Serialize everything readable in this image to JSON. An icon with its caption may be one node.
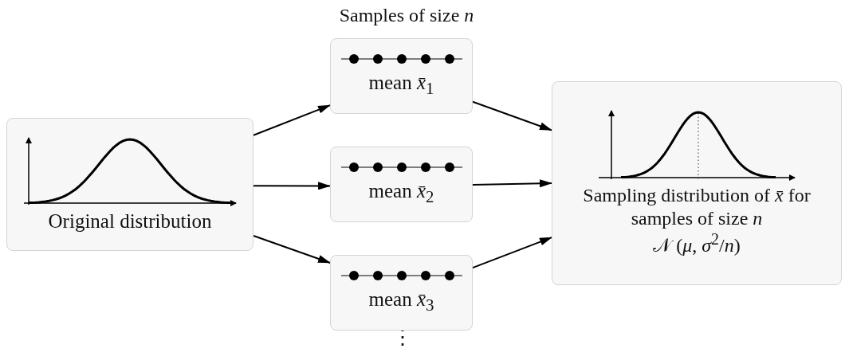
{
  "diagram": {
    "nodes": [
      {
        "text": [
          "Original distribution"
        ]
      },
      {
        "text": [
          "mean *x̄*$_{1}$"
        ]
      },
      {
        "text": [
          "mean *x̄*$_{2}$"
        ]
      },
      {
        "text": [
          "mean *x̄*$_{3}$"
        ]
      },
      {
        "text": [
          "Sampling distribution of *x̄* for samples of size *n*",
          "𝒩 (*μ*, *σ*$^{2}$/*n*)"
        ]
      }
    ],
    "edges": [
      {
        "from": 0,
        "to": 1,
        "arrow": "to"
      },
      {
        "from": 0,
        "to": 2,
        "arrow": "to"
      },
      {
        "from": 0,
        "to": 3,
        "arrow": "to"
      },
      {
        "from": 1,
        "to": 4,
        "arrow": "to"
      },
      {
        "from": 2,
        "to": 4,
        "arrow": "to"
      },
      {
        "from": 3,
        "to": 4,
        "arrow": "to"
      }
    ],
    "labels": [
      "Samples of size *n*",
      "⋮"
    ]
  }
}
